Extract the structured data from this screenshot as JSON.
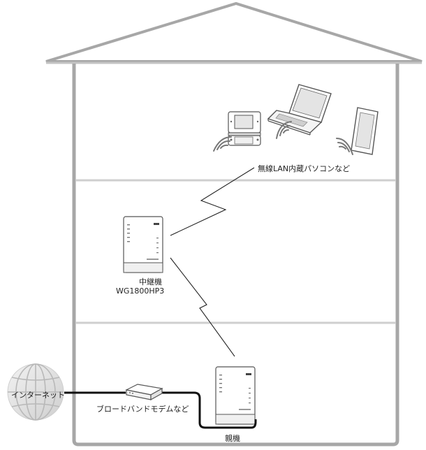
{
  "labels": {
    "wireless_devices": "無線LAN内蔵パソコンなど",
    "repeater": "中継機",
    "repeater_model": "WG1800HP3",
    "modem": "ブロードバンドモデムなど",
    "parent_unit": "親機",
    "internet": "インターネット"
  },
  "colors": {
    "house_outline": "#a7a7a7",
    "floor_line": "#cfcfcf",
    "device_outline": "#555555",
    "cable": "#111111",
    "wifi_waves": "#777777"
  },
  "icons": {
    "game": "handheld-game-console-icon",
    "laptop": "laptop-icon",
    "tablet": "tablet-icon",
    "repeater": "wireless-repeater-icon",
    "parent": "wireless-router-icon",
    "modem": "broadband-modem-icon",
    "internet": "globe-icon"
  }
}
